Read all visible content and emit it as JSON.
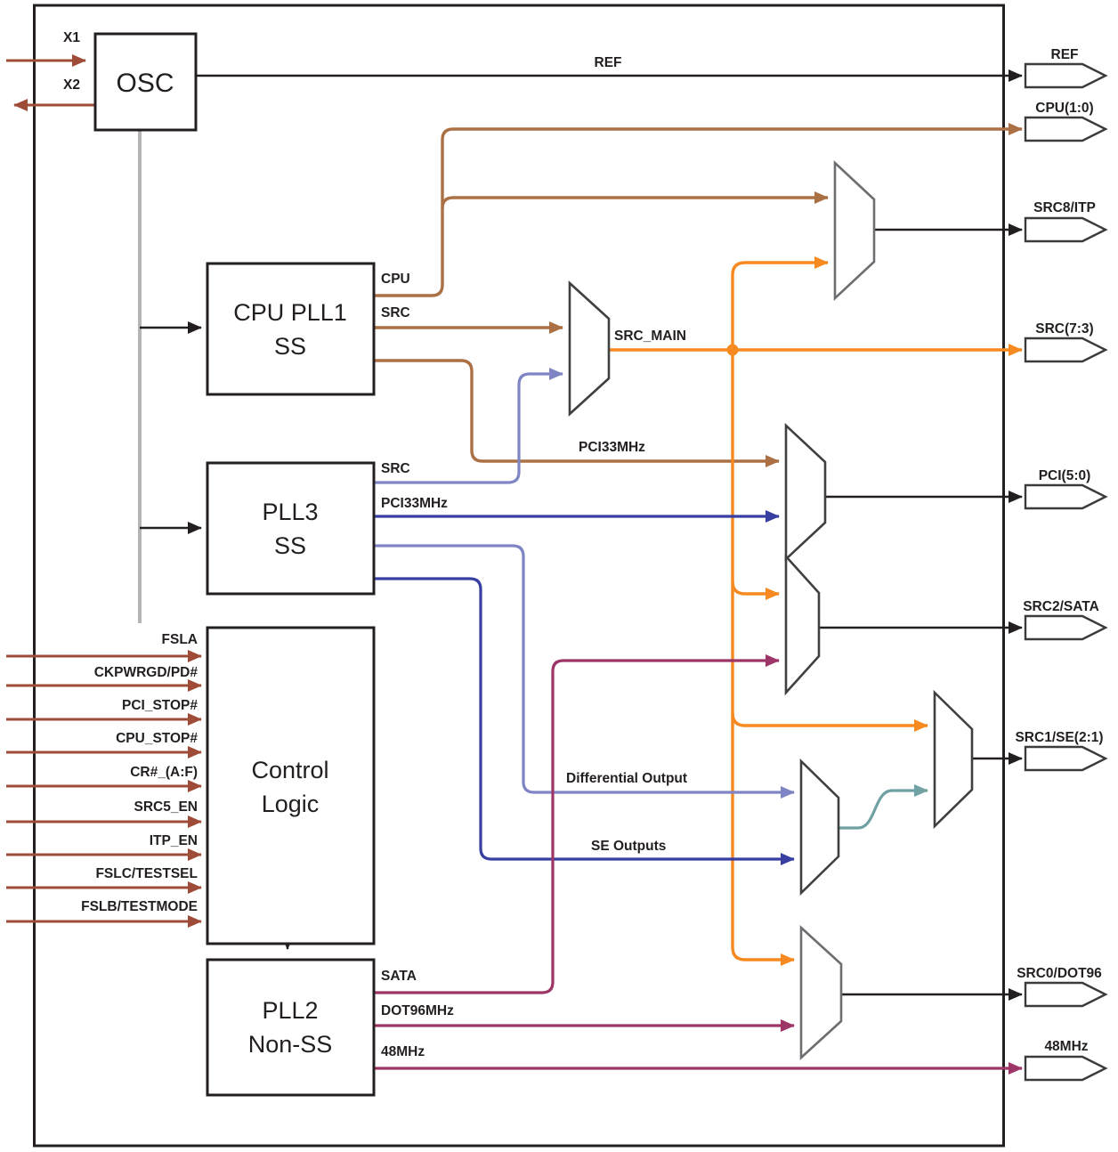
{
  "blocks": {
    "osc": {
      "label": "OSC"
    },
    "cpu_pll1": {
      "line1": "CPU PLL1",
      "line2": "SS"
    },
    "pll3": {
      "line1": "PLL3",
      "line2": "SS"
    },
    "control_logic": {
      "line1": "Control",
      "line2": "Logic"
    },
    "pll2": {
      "line1": "PLL2",
      "line2": "Non-SS"
    }
  },
  "inputs": {
    "x1": "X1",
    "x2": "X2",
    "control_pins": [
      "FSLA",
      "CKPWRGD/PD#",
      "PCI_STOP#",
      "CPU_STOP#",
      "CR#_(A:F)",
      "SRC5_EN",
      "ITP_EN",
      "FSLC/TESTSEL",
      "FSLB/TESTMODE"
    ]
  },
  "outputs": [
    "REF",
    "CPU(1:0)",
    "SRC8/ITP",
    "SRC(7:3)",
    "PCI(5:0)",
    "SRC2/SATA",
    "SRC1/SE(2:1)",
    "SRC0/DOT96",
    "48MHz"
  ],
  "net_labels": {
    "ref": "REF",
    "cpu": "CPU",
    "src": "SRC",
    "src_main": "SRC_MAIN",
    "pci33_mid": "PCI33MHz",
    "src_pll3": "SRC",
    "pci33_pll3": "PCI33MHz",
    "diff_output": "Differential Output",
    "se_outputs": "SE Outputs",
    "sata": "SATA",
    "dot96": "DOT96MHz",
    "mhz48": "48MHz"
  },
  "colors": {
    "outline": "#231f20",
    "pll_clock_brown": "#ab7044",
    "input_arrow_brown": "#9e4c38",
    "src_orange": "#f6891f",
    "pci_blue": "#383fa3",
    "diff_periwinkle": "#7f85c4",
    "sata_magenta": "#9d3566",
    "se_teal": "#6fa0a2",
    "osc_gray": "#b5b5b5"
  }
}
